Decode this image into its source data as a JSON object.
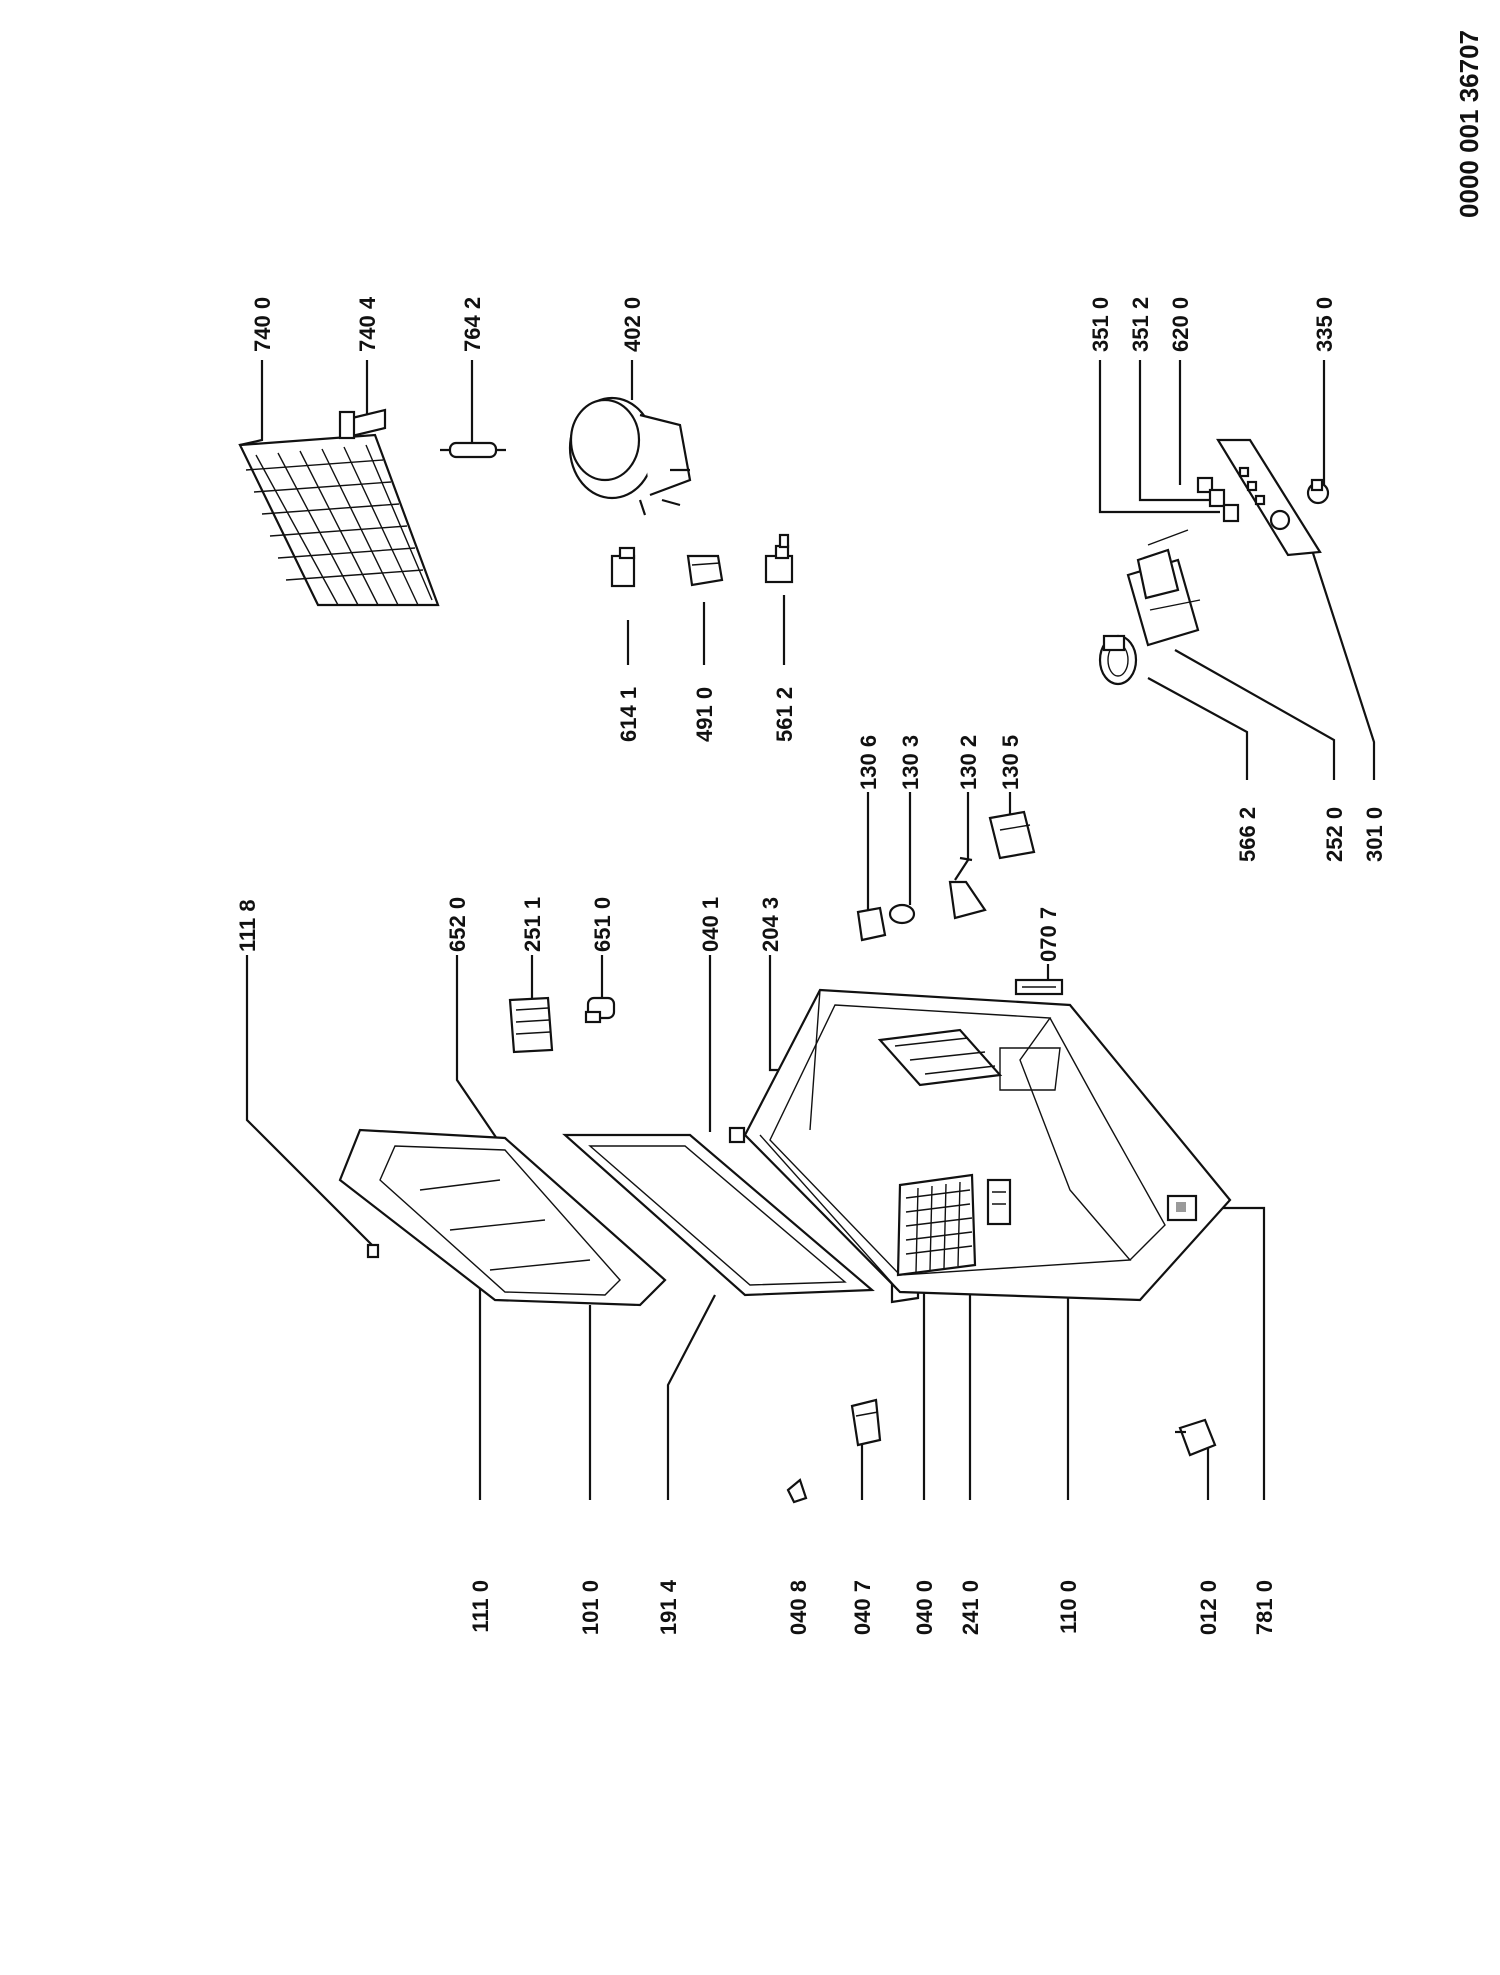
{
  "document_number": "0000 001 36707",
  "callouts": [
    "740 0",
    "740 4",
    "764 2",
    "402 0",
    "614 1",
    "491 0",
    "561 2",
    "351 0",
    "351 2",
    "620 0",
    "335 0",
    "566 2",
    "252 0",
    "301 0",
    "130 6",
    "130 3",
    "130 2",
    "130 5",
    "070 7",
    "111 8",
    "652 0",
    "251 1",
    "651 0",
    "040 1",
    "204 3",
    "111 0",
    "101 0",
    "191 4",
    "040 8",
    "040 7",
    "040 0",
    "241 0",
    "110 0",
    "012 0",
    "781 0"
  ]
}
